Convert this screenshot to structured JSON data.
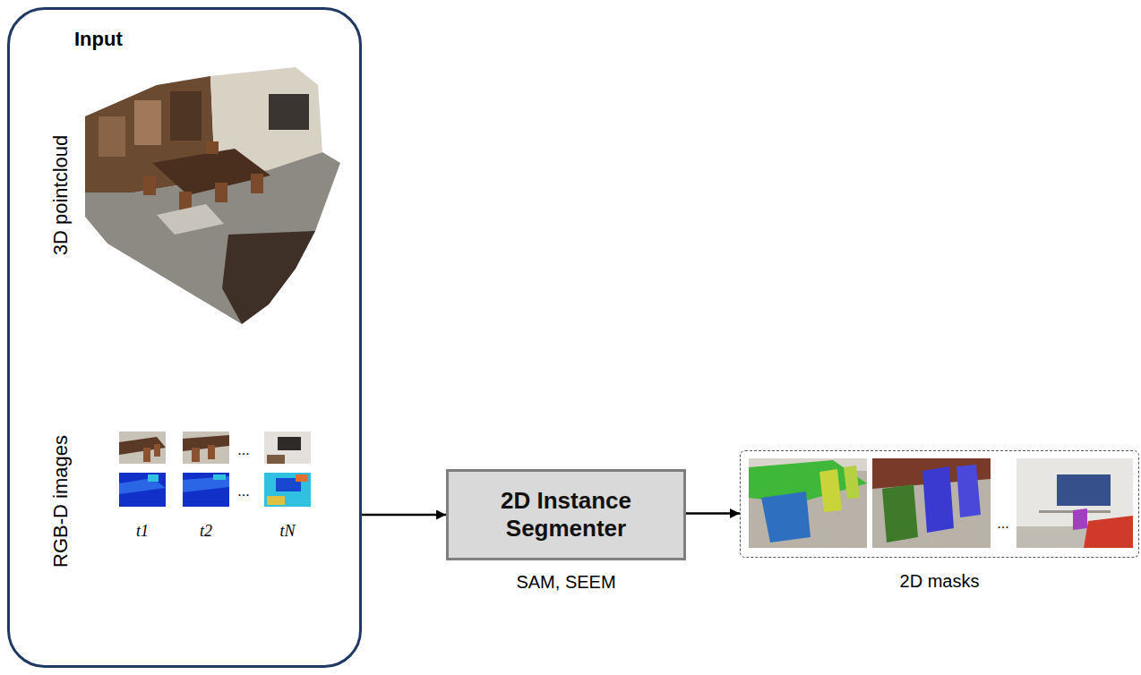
{
  "diagram": {
    "nodes": [
      {
        "text": [
          "Input"
        ]
      },
      {
        "text": [
          "2D Instance Segmenter",
          "SAM, SEEM"
        ]
      },
      {
        "text": [
          "2D masks"
        ]
      }
    ],
    "edges": [
      {
        "from": 0,
        "to": 1,
        "arrow": "to"
      },
      {
        "from": 1,
        "to": 2,
        "arrow": "to"
      }
    ],
    "labels": [
      "3D pointcloud",
      "RGB-D images",
      "...",
      "...",
      "t1",
      "t2",
      "tN",
      "..."
    ]
  }
}
